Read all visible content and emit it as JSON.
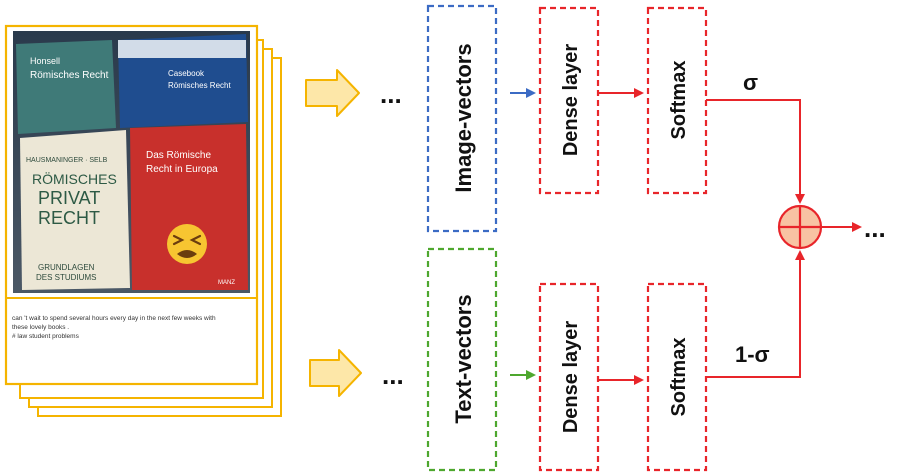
{
  "post": {
    "book_titles": {
      "book1_author": "Honsell",
      "book1_title": "Römisches Recht",
      "book2_title_line1": "Casebook",
      "book2_title_line2": "Römisches Recht",
      "book3_authors": "HAUSMANINGER · SELB",
      "book3_line1": "RÖMISCHES",
      "book3_line2": "PRIVAT",
      "book3_line3": "RECHT",
      "book3_line4": "GRUNDLAGEN",
      "book3_line5": "DES STUDIUMS",
      "book4_title_line1": "Das Römische",
      "book4_title_line2": "Recht in Europa",
      "book4_publisher": "MANZ"
    },
    "caption_lines": [
      "can 't wait to spend several hours every day in the next few weeks with",
      "these lovely books .",
      "# law student problems"
    ]
  },
  "nodes": {
    "image_vectors": "Image-vectors",
    "text_vectors": "Text-vectors",
    "dense_top": "Dense layer",
    "dense_bottom": "Dense layer",
    "softmax_top": "Softmax",
    "softmax_bottom": "Softmax",
    "ellipsis_image_in": "...",
    "ellipsis_text_in": "...",
    "ellipsis_out": "..."
  },
  "edge_labels": {
    "sigma": "σ",
    "one_minus_sigma": "1-σ"
  },
  "colors": {
    "image_branch": "#3b6bc4",
    "text_branch": "#4ea72e",
    "dense_softmax": "#e8252a",
    "post_frame": "#f5b400",
    "big_arrow_fill": "#fde7a8",
    "fusion_fill": "#f8c3a3"
  }
}
